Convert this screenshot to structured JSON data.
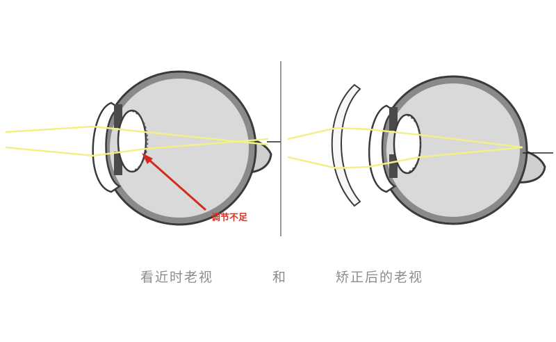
{
  "captions": {
    "left": "看近时老视",
    "middle": "和",
    "right": "矫正后的老视"
  },
  "annotation": {
    "label": "调节不足"
  },
  "colors": {
    "light_rays": "#f3f08a",
    "eye_fill": "#d9d9d9",
    "eye_outline": "#3a3a3a",
    "sclera_band": "#8a8a8a",
    "annotation_arrow": "#d42a1c",
    "caption_text": "#8c8c8c"
  }
}
